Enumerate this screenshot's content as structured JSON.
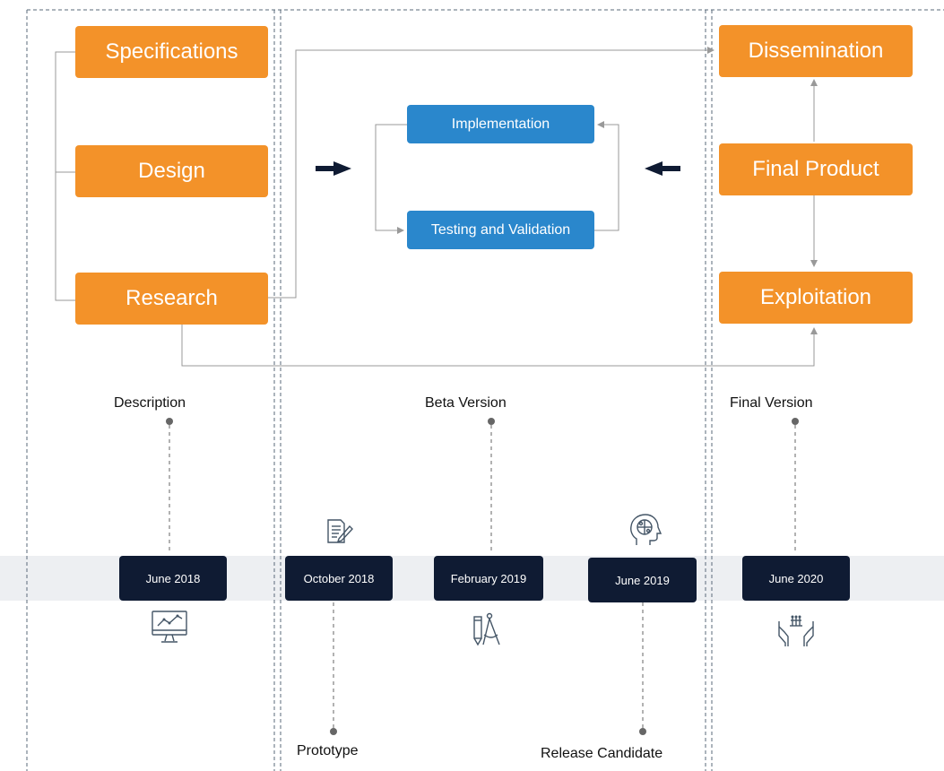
{
  "colors": {
    "orange": "#f39229",
    "blue": "#2a87cc",
    "navy": "#0f1b33",
    "band": "#edeff2",
    "connector": "#999999",
    "separator": "#5a6a7a"
  },
  "phase_boxes": {
    "specifications": "Specifications",
    "design": "Design",
    "research": "Research",
    "dissemination": "Dissemination",
    "final_product": "Final Product",
    "exploitation": "Exploitation"
  },
  "cycle_boxes": {
    "implementation": "Implementation",
    "testing": "Testing and Validation"
  },
  "milestones": {
    "description": "Description",
    "beta_version": "Beta Version",
    "final_version": "Final Version",
    "prototype": "Prototype",
    "release_candidate": "Release Candidate"
  },
  "timeline_dates": {
    "june_2018": "June 2018",
    "october_2018": "October 2018",
    "february_2019": "February 2019",
    "june_2019": "June 2019",
    "june_2020": "June 2020"
  },
  "icons": {
    "june_2018": "monitor-chart-icon",
    "october_2018": "document-edit-icon",
    "february_2019": "pencil-compass-icon",
    "june_2019": "head-circuit-icon",
    "june_2020": "hands-circuit-icon"
  }
}
